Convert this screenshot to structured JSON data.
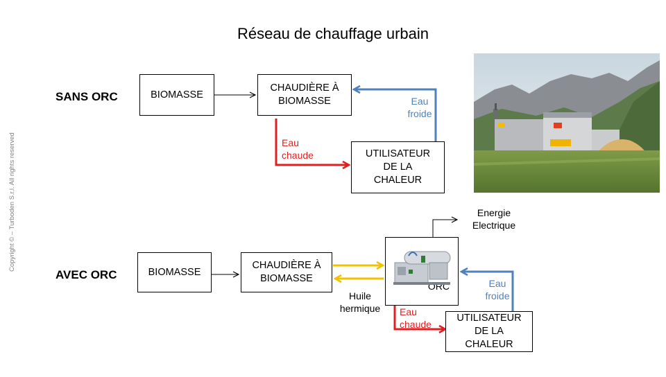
{
  "title": "Réseau de chauffage urbain",
  "copyright": "Copyright © – Turboden S.r.l. All rights reserved",
  "colors": {
    "hot": "#e02020",
    "cold": "#4f81bd",
    "oil": "#f2c200",
    "line": "#000000"
  },
  "sans_orc": {
    "label": "SANS ORC",
    "biomasse": "BIOMASSE",
    "chaudiere": "CHAUDIÈRE À\nBIOMASSE",
    "utilisateur": "UTILISATEUR\nDE LA\nCHALEUR",
    "eau_chaude": "Eau\nchaude",
    "eau_froide": "Eau\nfroide"
  },
  "avec_orc": {
    "label": "AVEC ORC",
    "biomasse": "BIOMASSE",
    "chaudiere": "CHAUDIÈRE À\nBIOMASSE",
    "orc": "ORC",
    "energie": "Energie\nElectrique",
    "huile": "Huile\nhermique",
    "eau_chaude": "Eau\nchaude",
    "eau_froide": "Eau\nfroide",
    "utilisateur": "UTILISATEUR\nDE LA\nCHALEUR"
  }
}
